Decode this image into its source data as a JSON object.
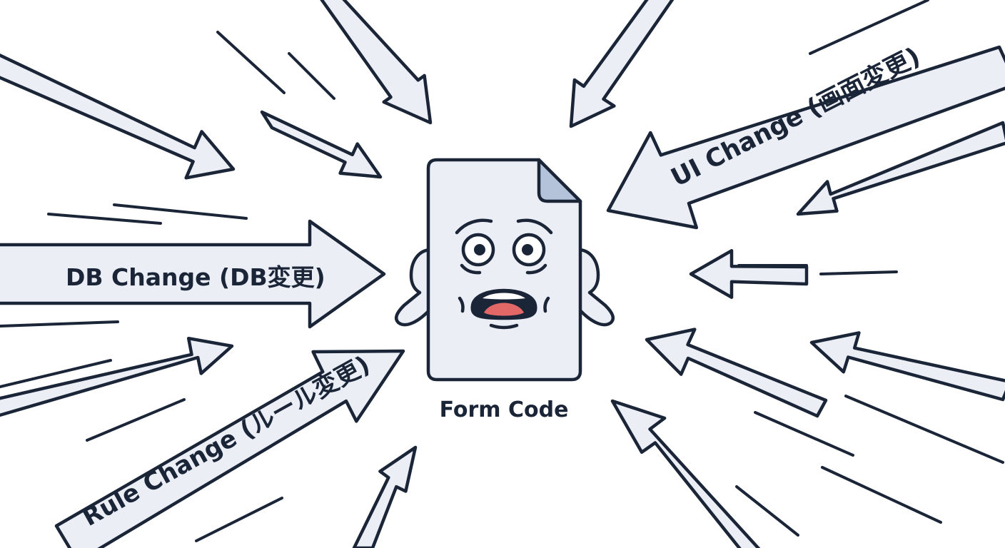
{
  "labels": {
    "db_change": "DB Change (DB変更)",
    "ui_change": "UI Change (画面変更)",
    "rule_change": "Rule Change (ルール変更)",
    "document": "Form Code"
  },
  "colors": {
    "ink": "#1b2538",
    "arrow_fill": "#eceef5",
    "document_fill": "#eceef5",
    "document_fold": "#b4c3d9",
    "mouth": "#e26767"
  },
  "icons": {
    "document": "worried-document-icon",
    "face": "scared-face-icon"
  }
}
